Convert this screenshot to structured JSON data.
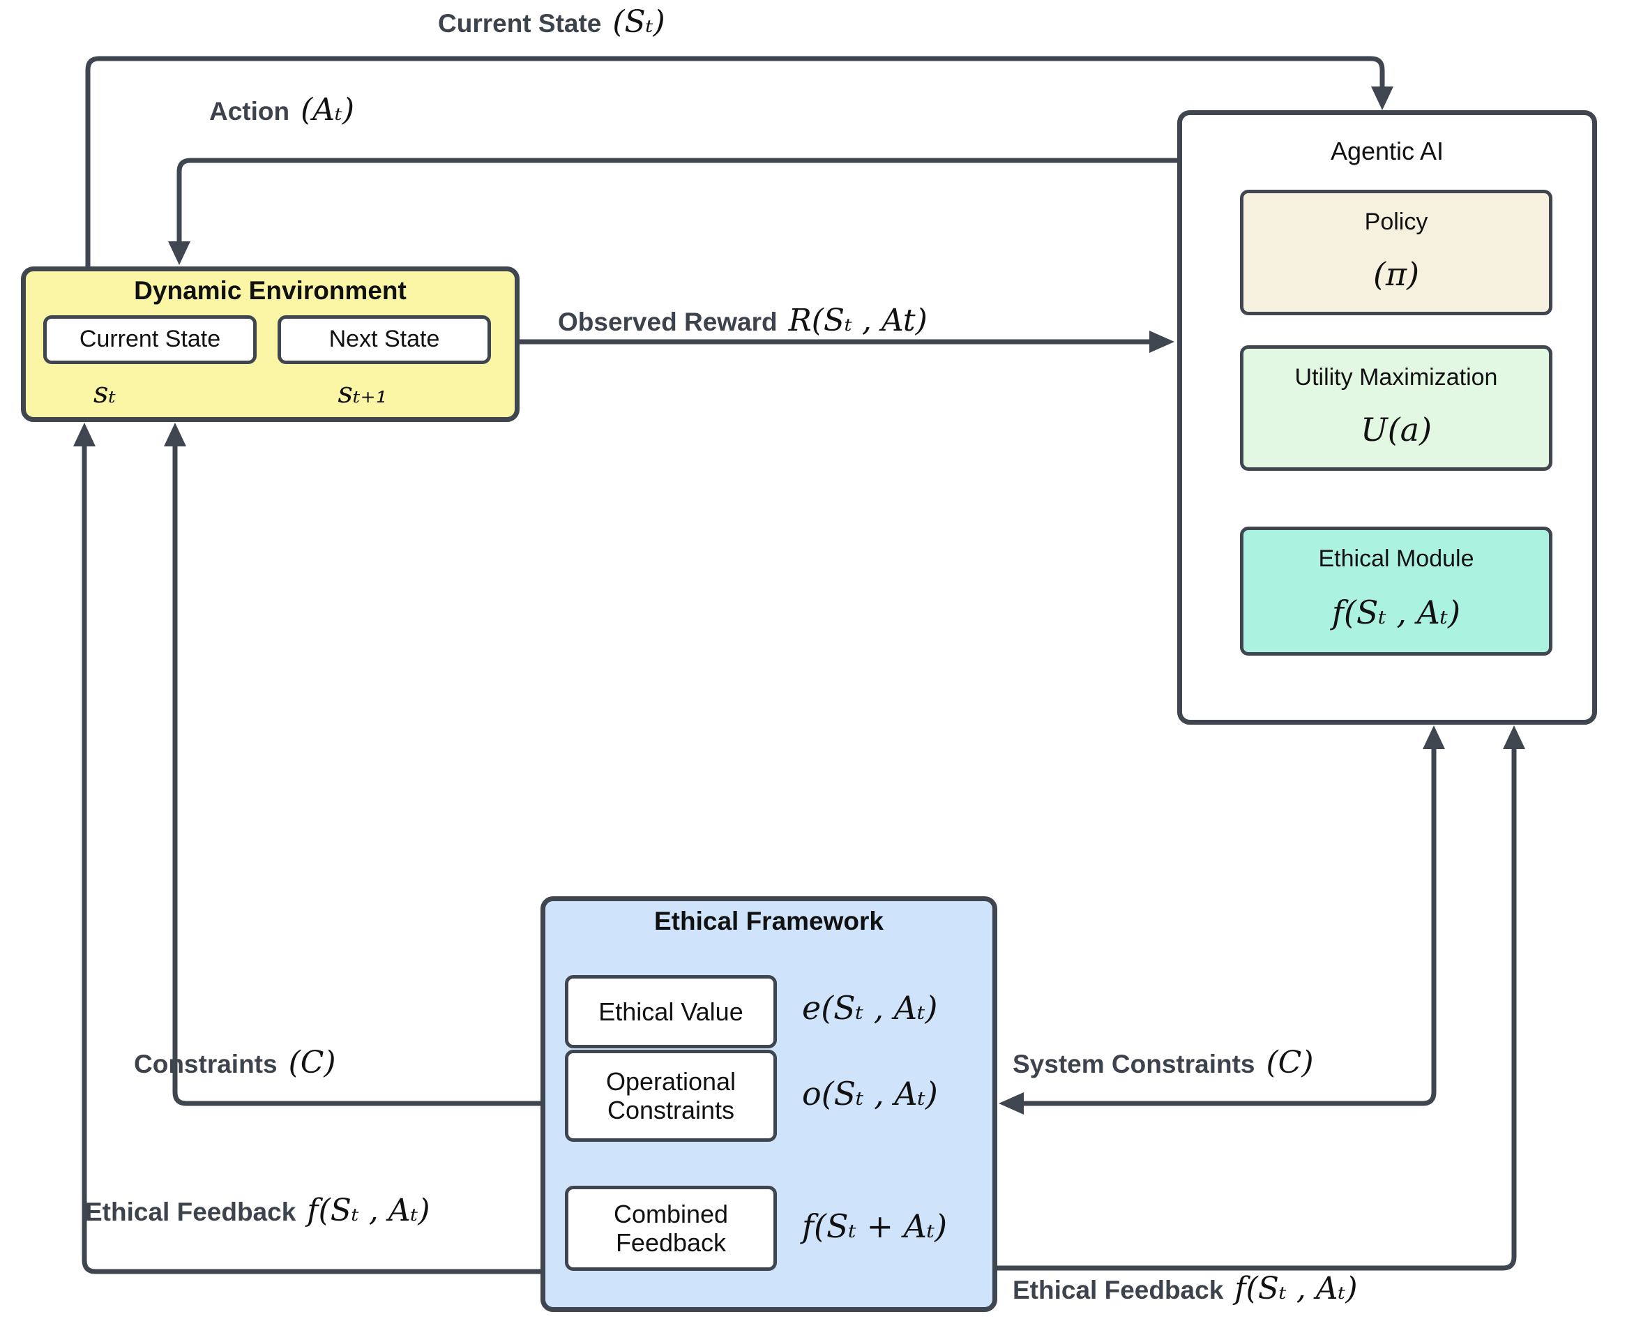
{
  "colors": {
    "line": "#3f4650",
    "env_fill": "#fbf6a6",
    "framework_fill": "#cfe3fa",
    "policy_fill": "#f6f1de",
    "utility_fill": "#e2f8e3",
    "ethical_module_fill": "#abf2e1"
  },
  "env": {
    "title": "Dynamic Environment",
    "current_state_label": "Current State",
    "next_state_label": "Next State",
    "current_state_math": "sₜ",
    "next_state_math": "sₜ₊₁"
  },
  "agent": {
    "title": "Agentic AI",
    "policy_title": "Policy",
    "policy_math": "(π)",
    "utility_title": "Utility Maximization",
    "utility_math": "U(a)",
    "ethical_module_title": "Ethical Module",
    "ethical_module_math": "f(Sₜ , Aₜ)"
  },
  "framework": {
    "title": "Ethical Framework",
    "rows": [
      {
        "box": "Ethical Value",
        "math": "e(Sₜ , Aₜ)"
      },
      {
        "box": "Operational Constraints",
        "math": "o(Sₜ , Aₜ)"
      },
      {
        "box": "Combined Feedback",
        "math": "f(Sₜ + Aₜ)"
      }
    ]
  },
  "edges": {
    "current_state": {
      "label": "Current State",
      "math": "(Sₜ)"
    },
    "action": {
      "label": "Action",
      "math": "(Aₜ)"
    },
    "observed_reward": {
      "label": "Observed Reward",
      "math": "R(Sₜ ,  At)"
    },
    "constraints": {
      "label": "Constraints",
      "math": "(C)"
    },
    "system_constraints": {
      "label": "System Constraints",
      "math": "(C)"
    },
    "ethical_feedback_left": {
      "label": "Ethical Feedback",
      "math": "f(Sₜ , Aₜ)"
    },
    "ethical_feedback_right": {
      "label": "Ethical Feedback",
      "math": "f(Sₜ , Aₜ)"
    }
  }
}
